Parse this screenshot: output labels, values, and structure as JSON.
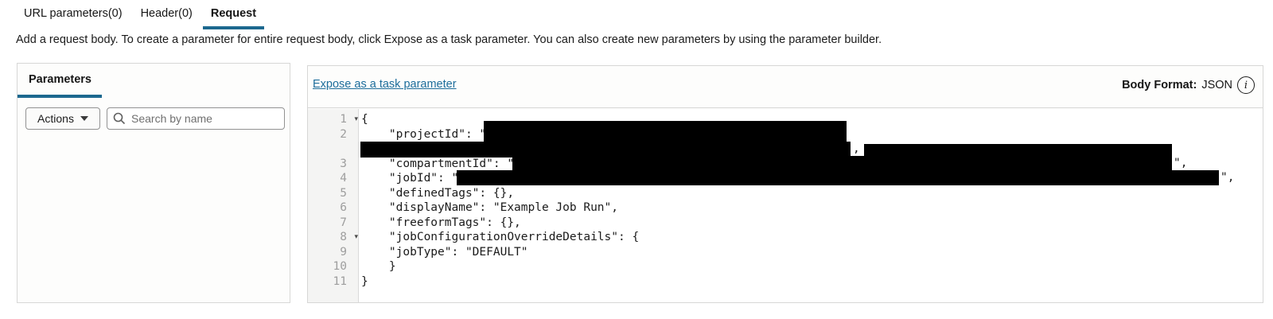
{
  "tabs": {
    "items": [
      {
        "label": "URL parameters(0)",
        "active": false
      },
      {
        "label": "Header(0)",
        "active": false
      },
      {
        "label": "Request",
        "active": true
      }
    ]
  },
  "description": "Add a request body. To create a parameter for entire request body, click Expose as a task parameter. You can also create new parameters by using the parameter builder.",
  "parameters_panel": {
    "title": "Parameters",
    "actions_button": "Actions",
    "search_placeholder": "Search by name"
  },
  "request_body_panel": {
    "expose_link": "Expose as a task parameter",
    "body_format_label": "Body Format:",
    "body_format_value": "JSON",
    "info_icon_glyph": "i"
  },
  "editor": {
    "fold_glyph": "▾",
    "rows": [
      {
        "num": "1",
        "text": "{"
      },
      {
        "num": "2",
        "text": "    \"projectId\": \""
      },
      {
        "num": "",
        "text": ""
      },
      {
        "num": "3",
        "text": "    \"compartmentId\": \""
      },
      {
        "num": "4",
        "text": "    \"jobId\": \""
      },
      {
        "num": "5",
        "text": "    \"definedTags\": {},"
      },
      {
        "num": "6",
        "text": "    \"displayName\": \"Example Job Run\","
      },
      {
        "num": "7",
        "text": "    \"freeformTags\": {},"
      },
      {
        "num": "8",
        "text": "    \"jobConfigurationOverrideDetails\": {"
      },
      {
        "num": "9",
        "text": "    \"jobType\": \"DEFAULT\""
      },
      {
        "num": "10",
        "text": "    }"
      },
      {
        "num": "11",
        "text": "}"
      }
    ],
    "redacted_suffixes": {
      "line2": ",",
      "line3": "\",",
      "line4": "\","
    }
  },
  "colors": {
    "accent_underline": "#1c688f",
    "link": "#1d6d9b",
    "redaction": "#000000"
  }
}
